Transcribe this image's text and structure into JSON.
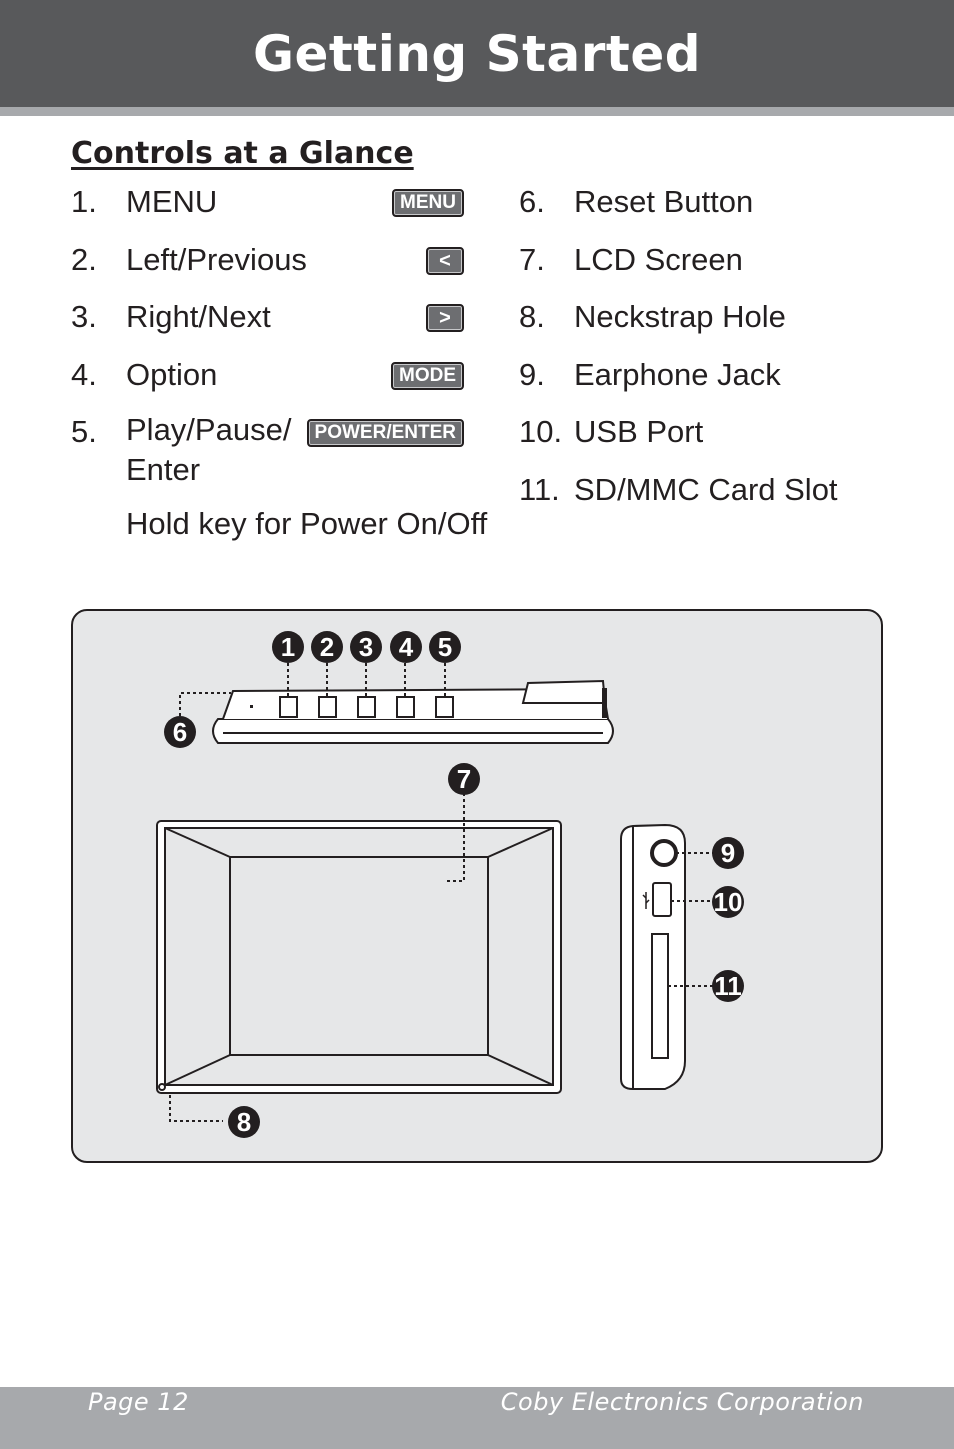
{
  "header": {
    "title": "Getting Started"
  },
  "section": {
    "title": "Controls at a Glance"
  },
  "controls_left": [
    {
      "num": "1.",
      "label": "MENU",
      "key": "MENU"
    },
    {
      "num": "2.",
      "label": "Left/Previous",
      "key": "<"
    },
    {
      "num": "3.",
      "label": "Right/Next",
      "key": ">"
    },
    {
      "num": "4.",
      "label": "Option",
      "key": "MODE"
    },
    {
      "num": "5.",
      "label": "Play/Pause/ Enter",
      "key": "POWER/ENTER"
    }
  ],
  "hold_note": "Hold key for Power On/Off",
  "controls_right": [
    {
      "num": "6.",
      "label": "Reset Button"
    },
    {
      "num": "7.",
      "label": "LCD Screen"
    },
    {
      "num": "8.",
      "label": "Neckstrap Hole"
    },
    {
      "num": "9.",
      "label": "Earphone Jack"
    },
    {
      "num": "10.",
      "label": "USB Port"
    },
    {
      "num": "11.",
      "label": "SD/MMC Card Slot"
    }
  ],
  "diagram": {
    "callouts": [
      "1",
      "2",
      "3",
      "4",
      "5",
      "6",
      "7",
      "8",
      "9",
      "10",
      "11"
    ],
    "icons": [
      "usb-symbol-icon",
      "sd-card-icon"
    ]
  },
  "footer": {
    "page": "Page 12",
    "company": "Coby Electronics Corporation"
  },
  "colors": {
    "header_bg": "#58595b",
    "band": "#a7a9ac",
    "diagram_bg": "#e6e7e8",
    "ink": "#231f20"
  }
}
